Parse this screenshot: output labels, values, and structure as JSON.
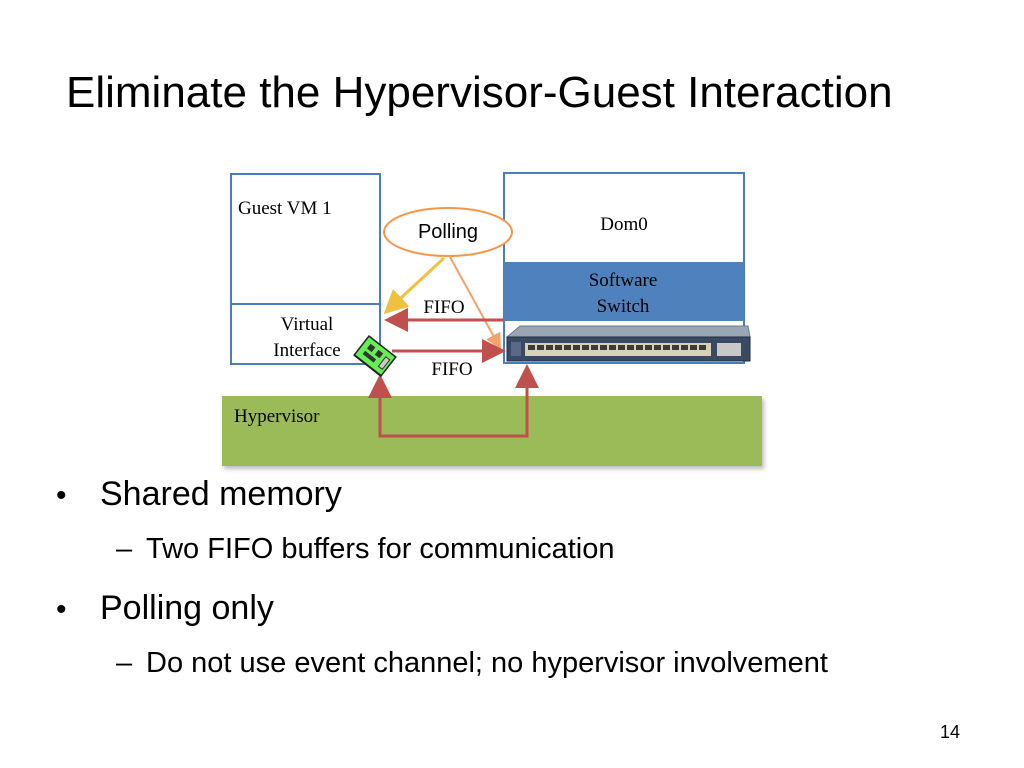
{
  "slide": {
    "title": "Eliminate the Hypervisor-Guest Interaction",
    "page_number": "14"
  },
  "diagram": {
    "guest_vm_label": "Guest VM 1",
    "virtual_interface_label": "Virtual Interface",
    "polling_label": "Polling",
    "dom0_label": "Dom0",
    "software_switch_label": "Software Switch",
    "fifo_top_label": "FIFO",
    "fifo_bottom_label": "FIFO",
    "hypervisor_label": "Hypervisor",
    "colors": {
      "box_border": "#4a7ebb",
      "switch_fill": "#4f81bd",
      "hypervisor_fill": "#9bbb59",
      "polling_border": "#f79646",
      "fifo_arrow": "#c0504d",
      "polling_arrow": "#f0c040",
      "nic_green": "#66ee55"
    }
  },
  "bullets": [
    {
      "text": "Shared memory",
      "sub": "Two FIFO buffers for communication"
    },
    {
      "text": "Polling only",
      "sub": "Do not use event channel; no hypervisor involvement"
    }
  ],
  "dash": "–",
  "bullet_glyph": "•"
}
